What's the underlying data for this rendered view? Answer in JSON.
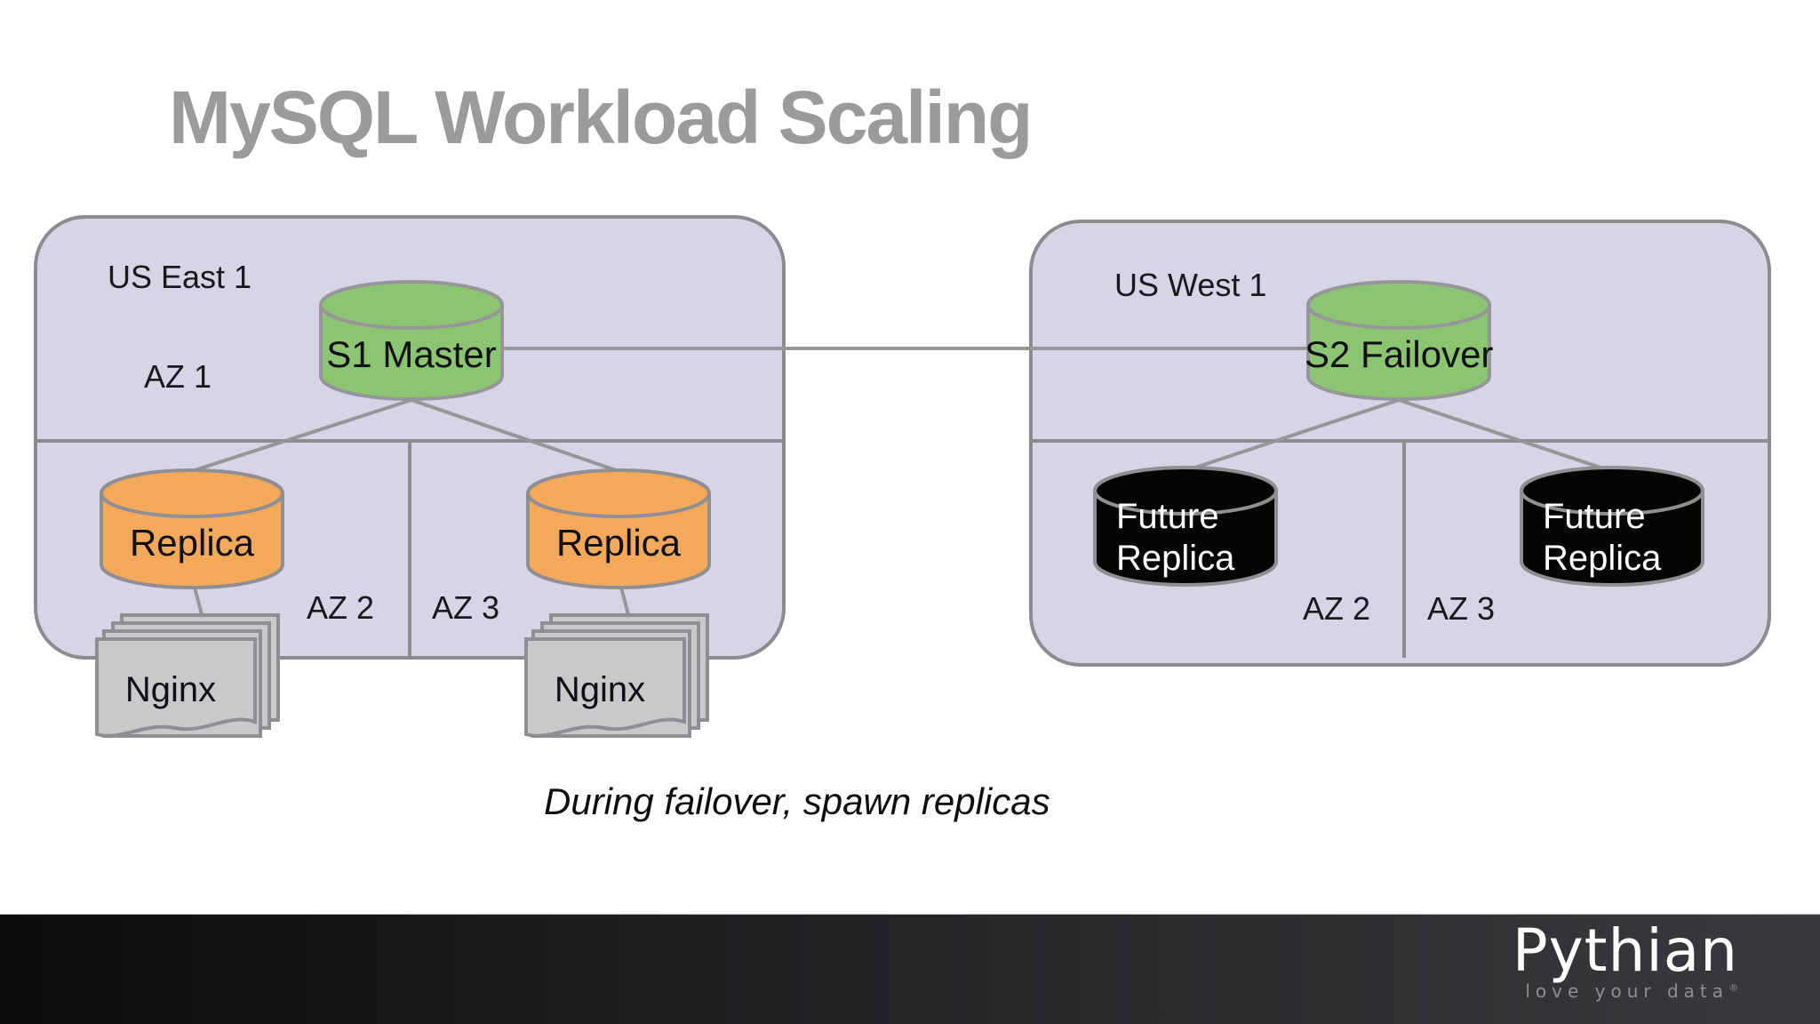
{
  "title": "MySQL Workload Scaling",
  "caption": "During failover, spawn replicas",
  "regions": {
    "us_east": {
      "label": "US East 1",
      "az1_label": "AZ 1",
      "az2_label": "AZ 2",
      "az3_label": "AZ 3",
      "master_label": "S1 Master",
      "replica_az2_label": "Replica",
      "replica_az3_label": "Replica",
      "nginx_az2_label": "Nginx",
      "nginx_az3_label": "Nginx"
    },
    "us_west": {
      "label": "US West 1",
      "failover_label": "S2 Failover",
      "az2_label": "AZ 2",
      "az3_label": "AZ 3",
      "future_replica_az2": {
        "line1": "Future",
        "line2": "Replica"
      },
      "future_replica_az3": {
        "line1": "Future",
        "line2": "Replica"
      }
    }
  },
  "footer": {
    "brand": "Pythian",
    "tagline": "love your data",
    "registered_mark": "®"
  },
  "colors": {
    "region_fill": "#d8d3e6",
    "region_border": "#8b8b90",
    "master_green": "#8cc572",
    "replica_orange": "#f4a95a",
    "future_black": "#050506",
    "document_gray": "#c9c8cb",
    "connector_gray": "#96969a",
    "title_gray": "#9b9b9b",
    "footer_dark": "#2c2c2f"
  }
}
